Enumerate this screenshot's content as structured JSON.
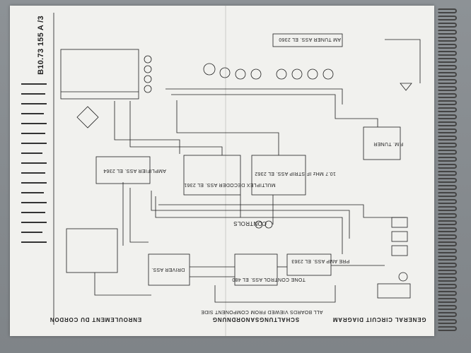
{
  "titles": {
    "general": "GENERAL CIRCUIT DIAGRAM",
    "schaltung": "SCHALTUNGSANORDNUNG",
    "enroulement": "ENROULEMENT DU CORDON",
    "viewed": "ALL BOARDS VIEWED FROM COMPONENT SIDE",
    "ref": "B10.73 155 A /3"
  },
  "modules": {
    "am_tuner": "AM TUNER ASS. EL 2360",
    "ampli": "AMPLIFIER ASS. EL 2364",
    "multiplex": "MULTIPLEX DECODER ASS. EL 2361",
    "if_strip": "10.7 MHz IF STRIP ASS. EL 2362",
    "fm_tuner": "F.M. TUNER",
    "driver": "DRIVER ASS.",
    "tone": "TONE CONTROL ASS. EL 480",
    "pre_amp": "PRE AMP ASS. EL 2363",
    "controls": "CONTROLS"
  },
  "colors": {
    "paper": "#f1f1ee",
    "ink": "#1f1f1f",
    "table": "#8a8f93"
  }
}
